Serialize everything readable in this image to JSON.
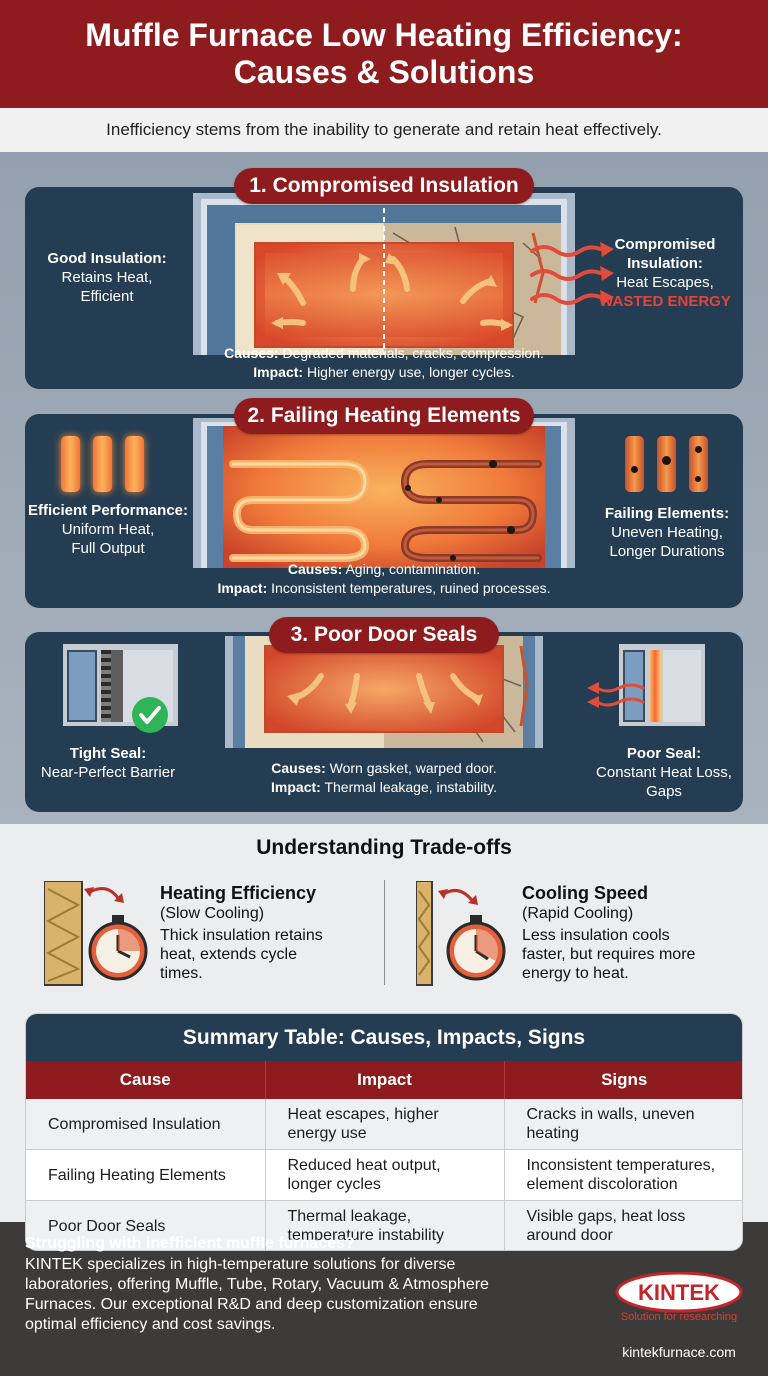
{
  "header": {
    "title_line1": "Muffle Furnace Low Heating Efficiency:",
    "title_line2": "Causes & Solutions",
    "intro": "Inefficiency stems from the inability to generate and retain heat effectively."
  },
  "sections": [
    {
      "title": "1. Compromised Insulation",
      "left_heading": "Good Insulation:",
      "left_text_1": "Retains Heat,",
      "left_text_2": "Efficient",
      "right_heading_1": "Compromised",
      "right_heading_2": "Insulation:",
      "right_text": "Heat Escapes,",
      "right_warning": "WASTED ENERGY",
      "causes_label": "Causes:",
      "causes": "Degraded materials, cracks, compression.",
      "impact_label": "Impact:",
      "impact": "Higher energy use, longer cycles."
    },
    {
      "title": "2. Failing Heating Elements",
      "left_heading": "Efficient Performance:",
      "left_text_1": "Uniform Heat,",
      "left_text_2": "Full Output",
      "right_heading": "Failing Elements:",
      "right_text_1": "Uneven Heating,",
      "right_text_2": "Longer Durations",
      "causes_label": "Causes:",
      "causes": "Aging, contamination.",
      "impact_label": "Impact:",
      "impact": "Inconsistent temperatures, ruined processes."
    },
    {
      "title": "3. Poor Door Seals",
      "left_heading": "Tight Seal:",
      "left_text": "Near-Perfect Barrier",
      "right_heading": "Poor Seal:",
      "right_text_1": "Constant Heat Loss,",
      "right_text_2": "Gaps",
      "causes_label": "Causes:",
      "causes": "Worn gasket, warped door.",
      "impact_label": "Impact:",
      "impact": "Thermal leakage, instability."
    }
  ],
  "tradeoffs": {
    "title": "Understanding Trade-offs",
    "left": {
      "heading": "Heating Efficiency",
      "sub": "(Slow Cooling)",
      "line1": "Thick insulation retains",
      "line2": "heat, extends cycle",
      "line3": "times."
    },
    "right": {
      "heading": "Cooling Speed",
      "sub": "(Rapid Cooling)",
      "line1": "Less insulation cools",
      "line2": "faster, but requires more",
      "line3": "energy to heat."
    }
  },
  "summary": {
    "title": "Summary Table: Causes, Impacts, Signs",
    "headers": [
      "Cause",
      "Impact",
      "Signs"
    ],
    "rows": [
      {
        "cause": "Compromised Insulation",
        "impact_1": "Heat escapes, higher",
        "impact_2": "energy use",
        "signs_1": "Cracks in walls, uneven",
        "signs_2": "heating"
      },
      {
        "cause": "Failing Heating Elements",
        "impact_1": "Reduced heat output,",
        "impact_2": "longer cycles",
        "signs_1": "Inconsistent temperatures,",
        "signs_2": "element discoloration"
      },
      {
        "cause": "Poor Door Seals",
        "impact_1": "Thermal leakage,",
        "impact_2": "temperature instability",
        "signs_1": "Visible gaps, heat loss",
        "signs_2": "around door"
      }
    ]
  },
  "footer": {
    "question": "Struggling with inefficient muffle furnaces?",
    "line1": "KINTEK specializes in high-temperature solutions for diverse",
    "line2": "laboratories, offering Muffle, Tube, Rotary, Vacuum & Atmosphere",
    "line3": "Furnaces. Our exceptional R&D and deep customization ensure",
    "line4": "optimal efficiency and cost savings.",
    "logo_text": "KINTEK",
    "logo_tagline": "Solution for researching",
    "website": "kintekfurnace.com"
  },
  "colors": {
    "brand_red": "#8e1b1d",
    "panel_navy": "#253d52",
    "warning_red": "#e2453b",
    "check_green": "#2fb457"
  }
}
